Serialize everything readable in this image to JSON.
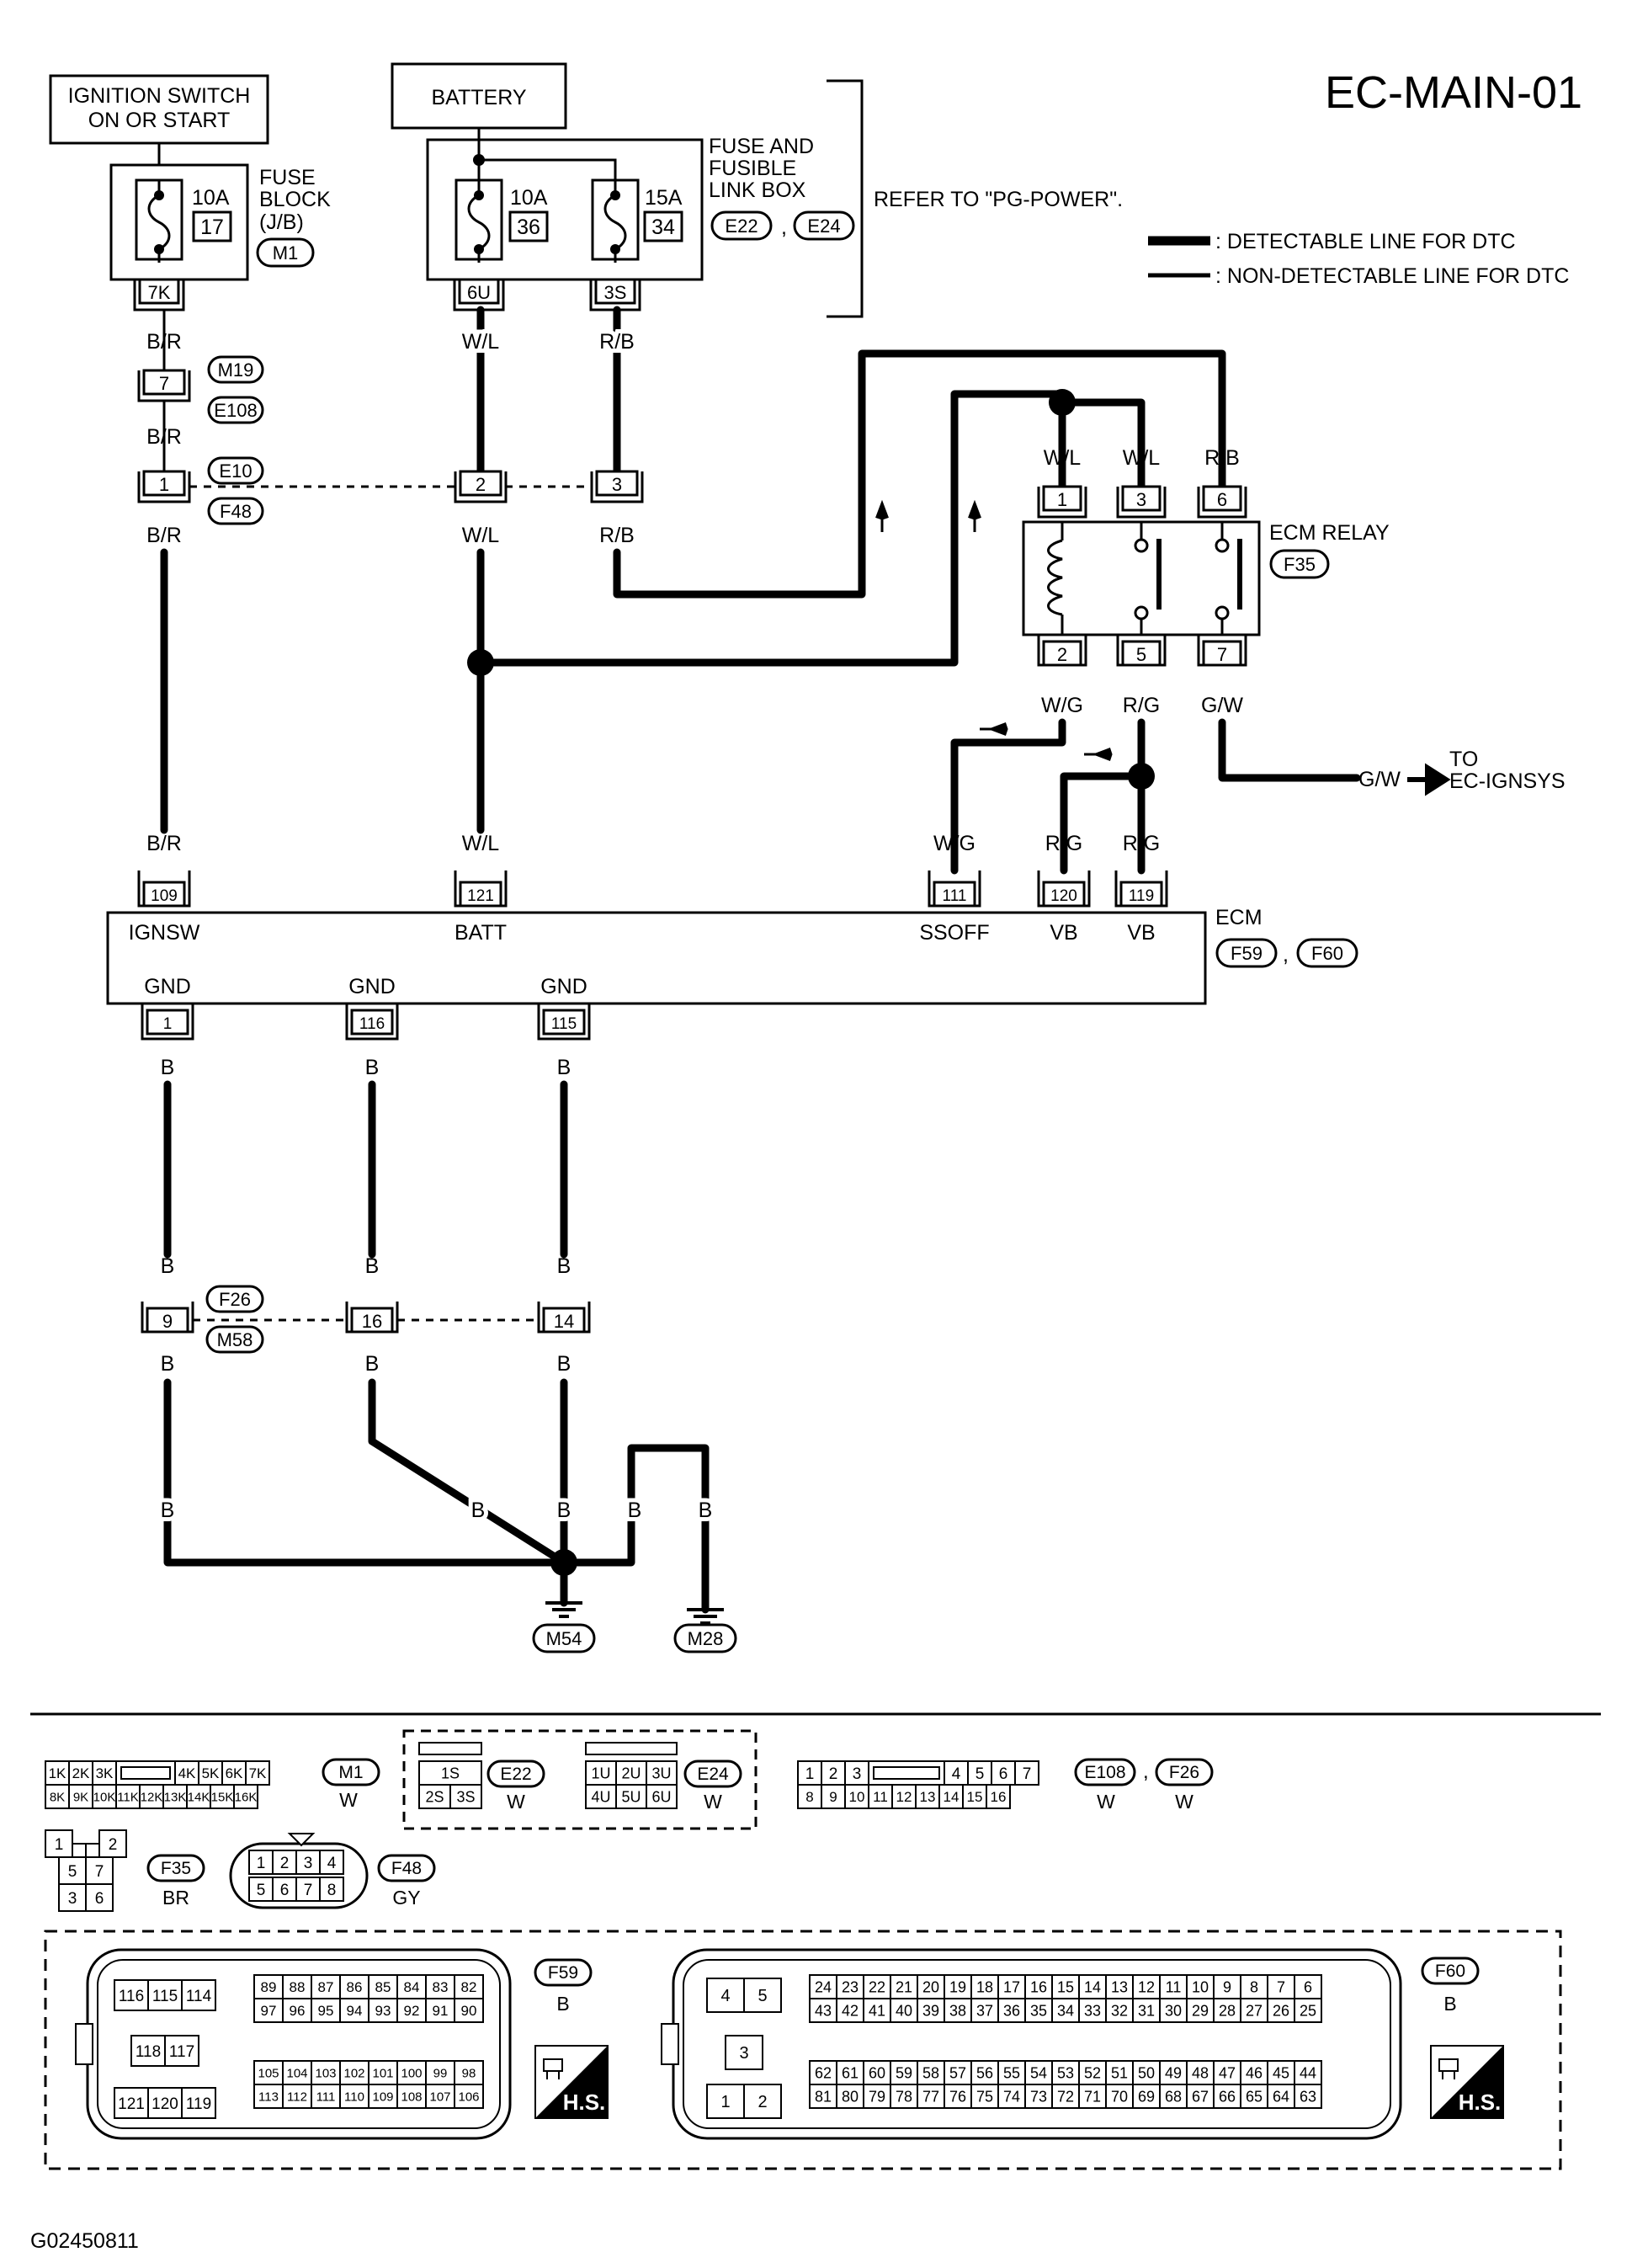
{
  "title": "EC-MAIN-01",
  "figure_id": "G02450811",
  "legend": {
    "detectable": ": DETECTABLE LINE FOR DTC",
    "non_detectable": ": NON-DETECTABLE LINE FOR DTC"
  },
  "refer": "REFER TO \"PG-POWER\".",
  "ignition": {
    "line1": "IGNITION SWITCH",
    "line2": "ON OR START"
  },
  "battery": "BATTERY",
  "fuse_block": {
    "l1": "FUSE",
    "l2": "BLOCK",
    "l3": "(J/B)",
    "conn": "M1",
    "rating": "10A",
    "num": "17",
    "term": "7K"
  },
  "fusible_box": {
    "l1": "FUSE AND",
    "l2": "FUSIBLE",
    "l3": "LINK BOX",
    "conn1": "E22",
    "conn2": "E24",
    "sep": ",",
    "f1_rating": "10A",
    "f1_num": "36",
    "f1_term": "6U",
    "f2_rating": "15A",
    "f2_num": "34",
    "f2_term": "3S"
  },
  "wires": {
    "br": "B/R",
    "wl": "W/L",
    "rb": "R/B",
    "wg": "W/G",
    "rg": "R/G",
    "gw": "G/W",
    "b": "B"
  },
  "connectors": {
    "m19": "M19",
    "e108": "E108",
    "e10": "E10",
    "f48": "F48",
    "f26": "F26",
    "m58": "M58",
    "c7": "7",
    "c1": "1",
    "c2": "2",
    "c3": "3",
    "c9": "9",
    "c16": "16",
    "c14": "14"
  },
  "ecm_relay": {
    "label": "ECM RELAY",
    "conn": "F35",
    "t1": "1",
    "t3": "3",
    "t6": "6",
    "t2": "2",
    "t5": "5",
    "t7": "7"
  },
  "to_ignsys": {
    "l1": "TO",
    "l2": "EC-IGNSYS"
  },
  "ecm": {
    "label": "ECM",
    "conn1": "F59",
    "conn2": "F60",
    "sep": ",",
    "pins": [
      {
        "num": "109",
        "name": "IGNSW"
      },
      {
        "num": "121",
        "name": "BATT"
      },
      {
        "num": "111",
        "name": "SSOFF"
      },
      {
        "num": "120",
        "name": "VB"
      },
      {
        "num": "119",
        "name": "VB"
      }
    ],
    "gnd_pins": [
      {
        "num": "1",
        "name": "GND"
      },
      {
        "num": "116",
        "name": "GND"
      },
      {
        "num": "115",
        "name": "GND"
      }
    ]
  },
  "grounds": {
    "g1": "M54",
    "g2": "M28"
  },
  "bottom": {
    "m1": {
      "row1": [
        "1K",
        "2K",
        "3K",
        "",
        "4K",
        "5K",
        "6K",
        "7K"
      ],
      "row2": [
        "8K",
        "9K",
        "10K",
        "11K",
        "12K",
        "13K",
        "14K",
        "15K",
        "16K"
      ],
      "id": "M1",
      "color": "W"
    },
    "e22": {
      "row1": [
        "1S"
      ],
      "row2": [
        "2S",
        "3S"
      ],
      "id": "E22",
      "color": "W"
    },
    "e24": {
      "row1": [
        "1U",
        "2U",
        "3U"
      ],
      "row2": [
        "4U",
        "5U",
        "6U"
      ],
      "id": "E24",
      "color": "W"
    },
    "e108": {
      "row1": [
        "1",
        "2",
        "3",
        "",
        "4",
        "5",
        "6",
        "7"
      ],
      "row2": [
        "8",
        "9",
        "10",
        "11",
        "12",
        "13",
        "14",
        "15",
        "16"
      ],
      "id": "E108",
      "id2": "F26",
      "color": "W",
      "color2": "W"
    },
    "f35": {
      "cells": [
        "1",
        "2",
        "5",
        "7",
        "3",
        "6"
      ],
      "id": "F35",
      "color": "BR"
    },
    "f48": {
      "row1": [
        "1",
        "2",
        "3",
        "4"
      ],
      "row2": [
        "5",
        "6",
        "7",
        "8"
      ],
      "id": "F48",
      "color": "GY"
    },
    "f59": {
      "a": [
        "116",
        "115",
        "114"
      ],
      "b": [
        "118",
        "117"
      ],
      "c": [
        "121",
        "120",
        "119"
      ],
      "r1": [
        "89",
        "88",
        "87",
        "86",
        "85",
        "84",
        "83",
        "82"
      ],
      "r2": [
        "97",
        "96",
        "95",
        "94",
        "93",
        "92",
        "91",
        "90"
      ],
      "r3": [
        "105",
        "104",
        "103",
        "102",
        "101",
        "100",
        "99",
        "98"
      ],
      "r4": [
        "113",
        "112",
        "111",
        "110",
        "109",
        "108",
        "107",
        "106"
      ],
      "id": "F59",
      "color": "B",
      "hs": "H.S."
    },
    "f60": {
      "a": [
        "4",
        "5"
      ],
      "b": [
        "3"
      ],
      "c": [
        "1",
        "2"
      ],
      "r1": [
        "24",
        "23",
        "22",
        "21",
        "20",
        "19",
        "18",
        "17",
        "16",
        "15",
        "14",
        "13",
        "12",
        "11",
        "10",
        "9",
        "8",
        "7",
        "6"
      ],
      "r2": [
        "43",
        "42",
        "41",
        "40",
        "39",
        "38",
        "37",
        "36",
        "35",
        "34",
        "33",
        "32",
        "31",
        "30",
        "29",
        "28",
        "27",
        "26",
        "25"
      ],
      "r3": [
        "62",
        "61",
        "60",
        "59",
        "58",
        "57",
        "56",
        "55",
        "54",
        "53",
        "52",
        "51",
        "50",
        "49",
        "48",
        "47",
        "46",
        "45",
        "44"
      ],
      "r4": [
        "81",
        "80",
        "79",
        "78",
        "77",
        "76",
        "75",
        "74",
        "73",
        "72",
        "71",
        "70",
        "69",
        "68",
        "67",
        "66",
        "65",
        "64",
        "63"
      ],
      "id": "F60",
      "color": "B",
      "hs": "H.S."
    }
  }
}
